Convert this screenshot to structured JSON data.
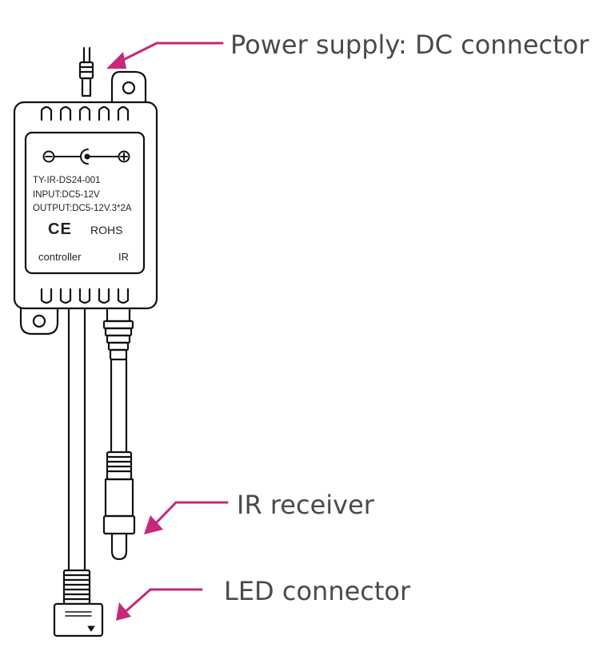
{
  "callouts": {
    "power": "Power supply: DC connector",
    "ir": "IR receiver",
    "led": "LED connector"
  },
  "device": {
    "model": "TY-IR-DS24-001",
    "input": "INPUT:DC5-12V",
    "output": "OUTPUT:DC5-12V.3*2A",
    "ce_mark": "CE",
    "rohs": "ROHS",
    "controller": "controller",
    "ir": "IR",
    "polarity_minus": "⊖",
    "polarity_plus": "⊕"
  },
  "colors": {
    "accent": "#c8277a",
    "line": "#111111",
    "label_text": "#4a4a4a"
  }
}
